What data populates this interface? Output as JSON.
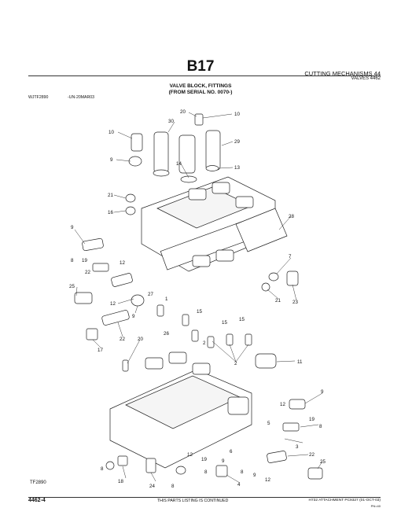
{
  "header": {
    "page_code": "B17",
    "section_title": "CUTTING MECHANISMS 44",
    "subsection_title": "VALVES 4462",
    "illustration_title_line1": "VALVE BLOCK, FITTINGS",
    "illustration_title_line2": "(FROM SERIAL NO. 0070-)",
    "figure_id": "WJTF2890",
    "figure_ref": "-UN-20MAR03"
  },
  "illustration": {
    "figure_number": "TF2890",
    "callouts": [
      "10",
      "30",
      "20",
      "10",
      "9",
      "29",
      "14",
      "13",
      "21",
      "16",
      "28",
      "9",
      "8",
      "19",
      "12",
      "22",
      "7",
      "25",
      "12",
      "27",
      "1",
      "21",
      "23",
      "9",
      "15",
      "15",
      "15",
      "26",
      "2",
      "22",
      "20",
      "2",
      "17",
      "11",
      "9",
      "12",
      "19",
      "8",
      "5",
      "6",
      "3",
      "22",
      "25",
      "12",
      "19",
      "4",
      "9",
      "12",
      "8",
      "18",
      "24",
      "8",
      "8",
      "8",
      "9"
    ]
  },
  "footer": {
    "page_number": "4462-4",
    "continued_note": "THIS PARTS LISTING IS CONTINUED",
    "publication": "H732 ATTACHMENT  PC9327",
    "date": "(01-OCT-03)",
    "revision": "PN=40"
  }
}
